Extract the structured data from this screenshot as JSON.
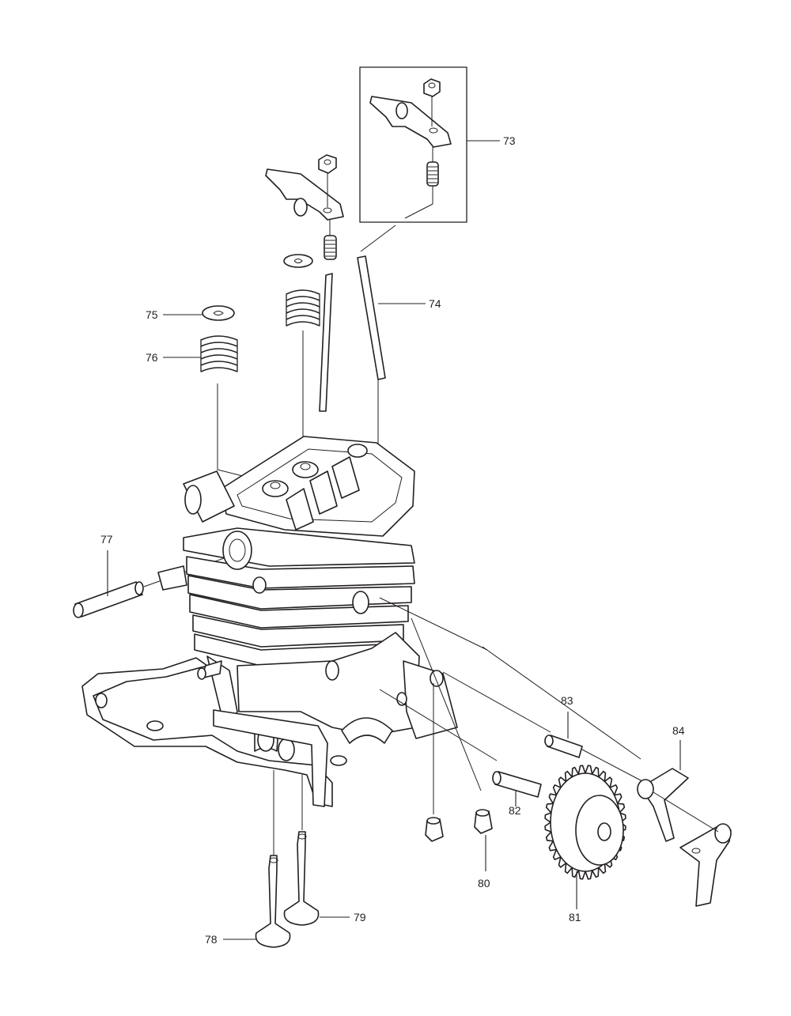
{
  "callouts": [
    {
      "id": "73",
      "label": "73"
    },
    {
      "id": "74",
      "label": "74"
    },
    {
      "id": "75",
      "label": "75"
    },
    {
      "id": "76",
      "label": "76"
    },
    {
      "id": "77",
      "label": "77"
    },
    {
      "id": "78",
      "label": "78"
    },
    {
      "id": "79",
      "label": "79"
    },
    {
      "id": "80",
      "label": "80"
    },
    {
      "id": "81",
      "label": "81"
    },
    {
      "id": "82",
      "label": "82"
    },
    {
      "id": "83",
      "label": "83"
    },
    {
      "id": "84",
      "label": "84"
    }
  ]
}
